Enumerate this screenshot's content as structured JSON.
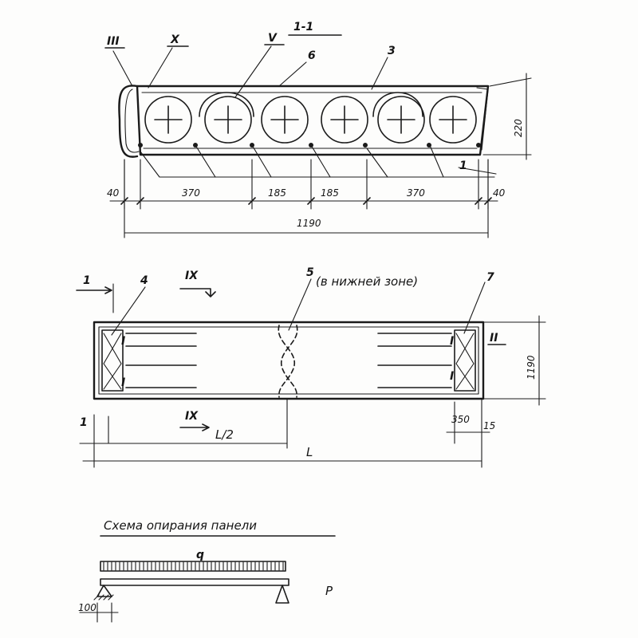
{
  "section": {
    "title": "1-1",
    "roman_labels": [
      "III",
      "X",
      "V"
    ],
    "position_numbers": [
      "6",
      "3",
      "1"
    ],
    "height_dim": "220",
    "dims": [
      "40",
      "370",
      "185",
      "185",
      "370",
      "40"
    ],
    "total_width": "1190"
  },
  "plan": {
    "cut_labels": [
      "1",
      "1"
    ],
    "position_4": "4",
    "position_5": "5",
    "position_5_note": "(в нижней зоне)",
    "position_7": "7",
    "roman_IX": [
      "IX",
      "IX"
    ],
    "roman_II": "II",
    "width_dim": "1190",
    "half_length": "L/2",
    "length": "L",
    "end_dim_350": "350",
    "end_dim_15": "15",
    "pin_I": "I"
  },
  "support": {
    "title": "Схема опирания панели",
    "load_label": "q",
    "support_dim": "100",
    "side_label": "P"
  }
}
